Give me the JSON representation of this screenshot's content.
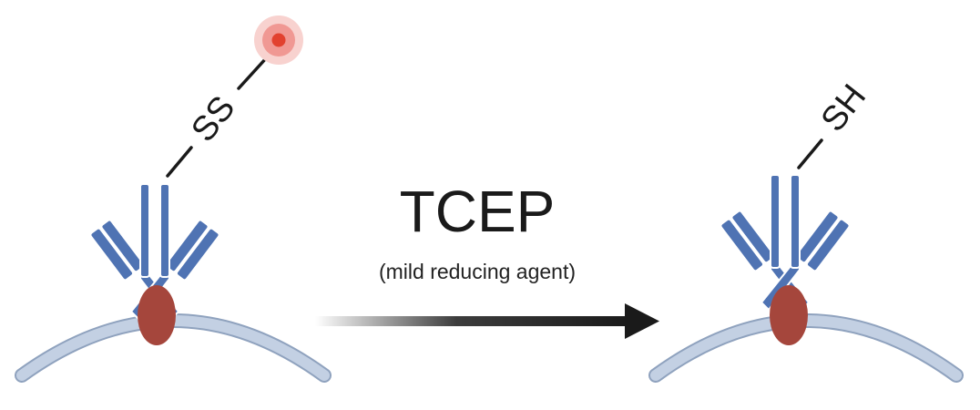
{
  "reaction": {
    "reagent": "TCEP",
    "reagent_note": "(mild reducing agent)"
  },
  "before": {
    "group_label": "SS"
  },
  "after": {
    "group_label": "SH"
  },
  "colors": {
    "antibody": "#4f73b3",
    "antibody_outline": "#ffffff",
    "antigen": "#a5463c",
    "membrane": "#c3d0e3",
    "membrane_edge": "#8fa2be",
    "linker": "#1a1a1a",
    "payload_core": "#e2412f",
    "payload_glow": "#f3a6a2",
    "arrow": "#1a1a1a"
  },
  "icons": {
    "payload": "fluorophore-icon",
    "reaction_arrow": "right-arrow-icon"
  }
}
